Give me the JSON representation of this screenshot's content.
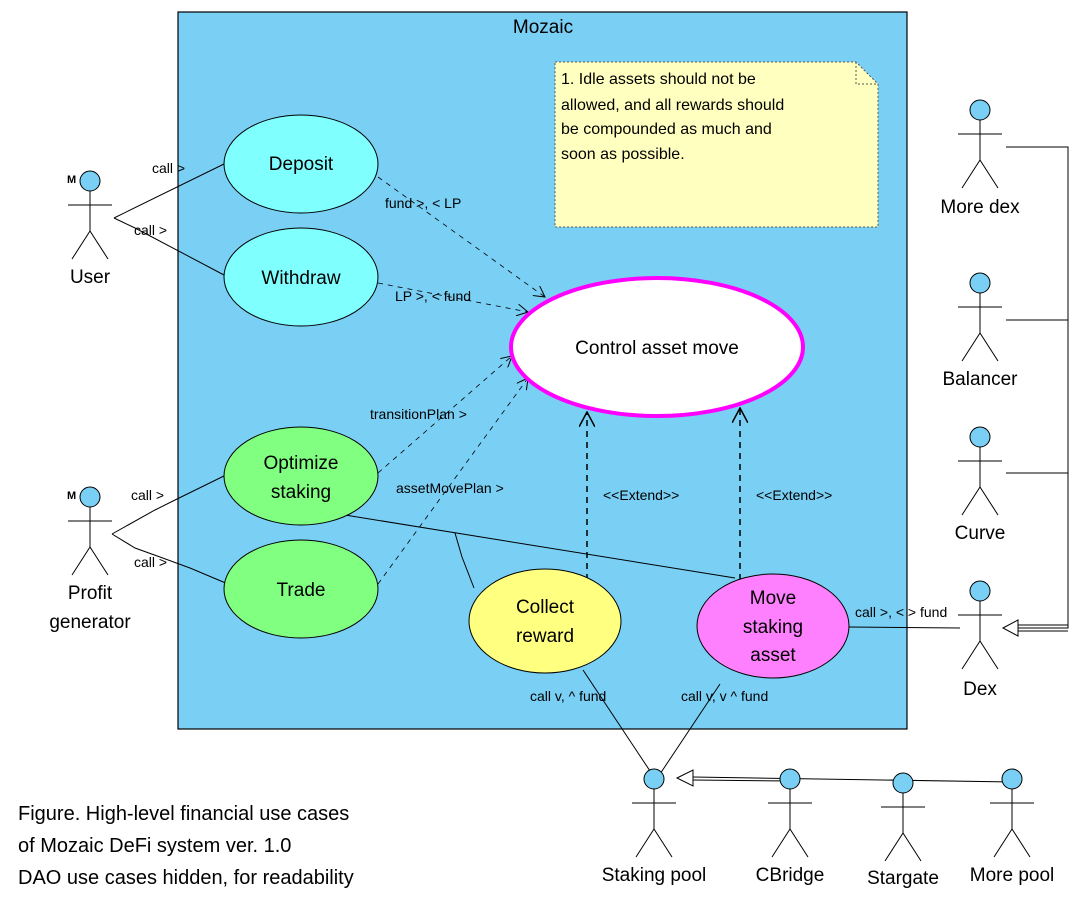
{
  "system": {
    "title": "Mozaic"
  },
  "note": {
    "lines": [
      "1. Idle assets should not be",
      "allowed, and all rewards should",
      "be compounded as much and",
      "soon as possible."
    ]
  },
  "use_cases": {
    "deposit": [
      "Deposit"
    ],
    "withdraw": [
      "Withdraw"
    ],
    "control": [
      "Control asset move"
    ],
    "optimize": [
      "Optimize",
      "staking"
    ],
    "trade": [
      "Trade"
    ],
    "collect": [
      "Collect",
      "reward"
    ],
    "move": [
      "Move",
      "staking",
      "asset"
    ]
  },
  "actors": {
    "user": {
      "name": [
        "User"
      ],
      "marker": "M"
    },
    "profit": {
      "name": [
        "Profit",
        "generator"
      ],
      "marker": "M"
    },
    "more_dex": {
      "name": [
        "More dex"
      ]
    },
    "balancer": {
      "name": [
        "Balancer"
      ]
    },
    "curve": {
      "name": [
        "Curve"
      ]
    },
    "dex": {
      "name": [
        "Dex"
      ]
    },
    "staking_pool": {
      "name": [
        "Staking pool"
      ]
    },
    "cbridge": {
      "name": [
        "CBridge"
      ]
    },
    "stargate": {
      "name": [
        "Stargate"
      ]
    },
    "more_pool": {
      "name": [
        "More pool"
      ]
    }
  },
  "labels": {
    "call_user_deposit": "call >",
    "call_user_withdraw": "call >",
    "fund_lp": "fund >, < LP",
    "lp_fund": "LP >, < fund",
    "transition_plan": "transitionPlan >",
    "asset_move_plan": "assetMovePlan >",
    "call_profit_optimize": "call >",
    "call_profit_trade": "call >",
    "extend_collect": "<<Extend>>",
    "extend_move": "<<Extend>>",
    "call_move_dex": "call >, < > fund",
    "call_collect_pool": "call v, ^ fund",
    "call_move_pool": "call v, v ^ fund"
  },
  "caption": {
    "lines": [
      "Figure. High-level financial use cases",
      "of Mozaic DeFi system ver. 1.0",
      "DAO use cases hidden, for readability"
    ]
  },
  "colors": {
    "system_fill": "#7acff5",
    "note_fill": "#ffffc0",
    "cyan_case": "#80ffff",
    "green_case": "#80ff80",
    "yellow_case": "#ffff80",
    "magenta_case": "#ff80ff",
    "control_border": "#ff00ff",
    "actor_head": "#7acff5"
  }
}
